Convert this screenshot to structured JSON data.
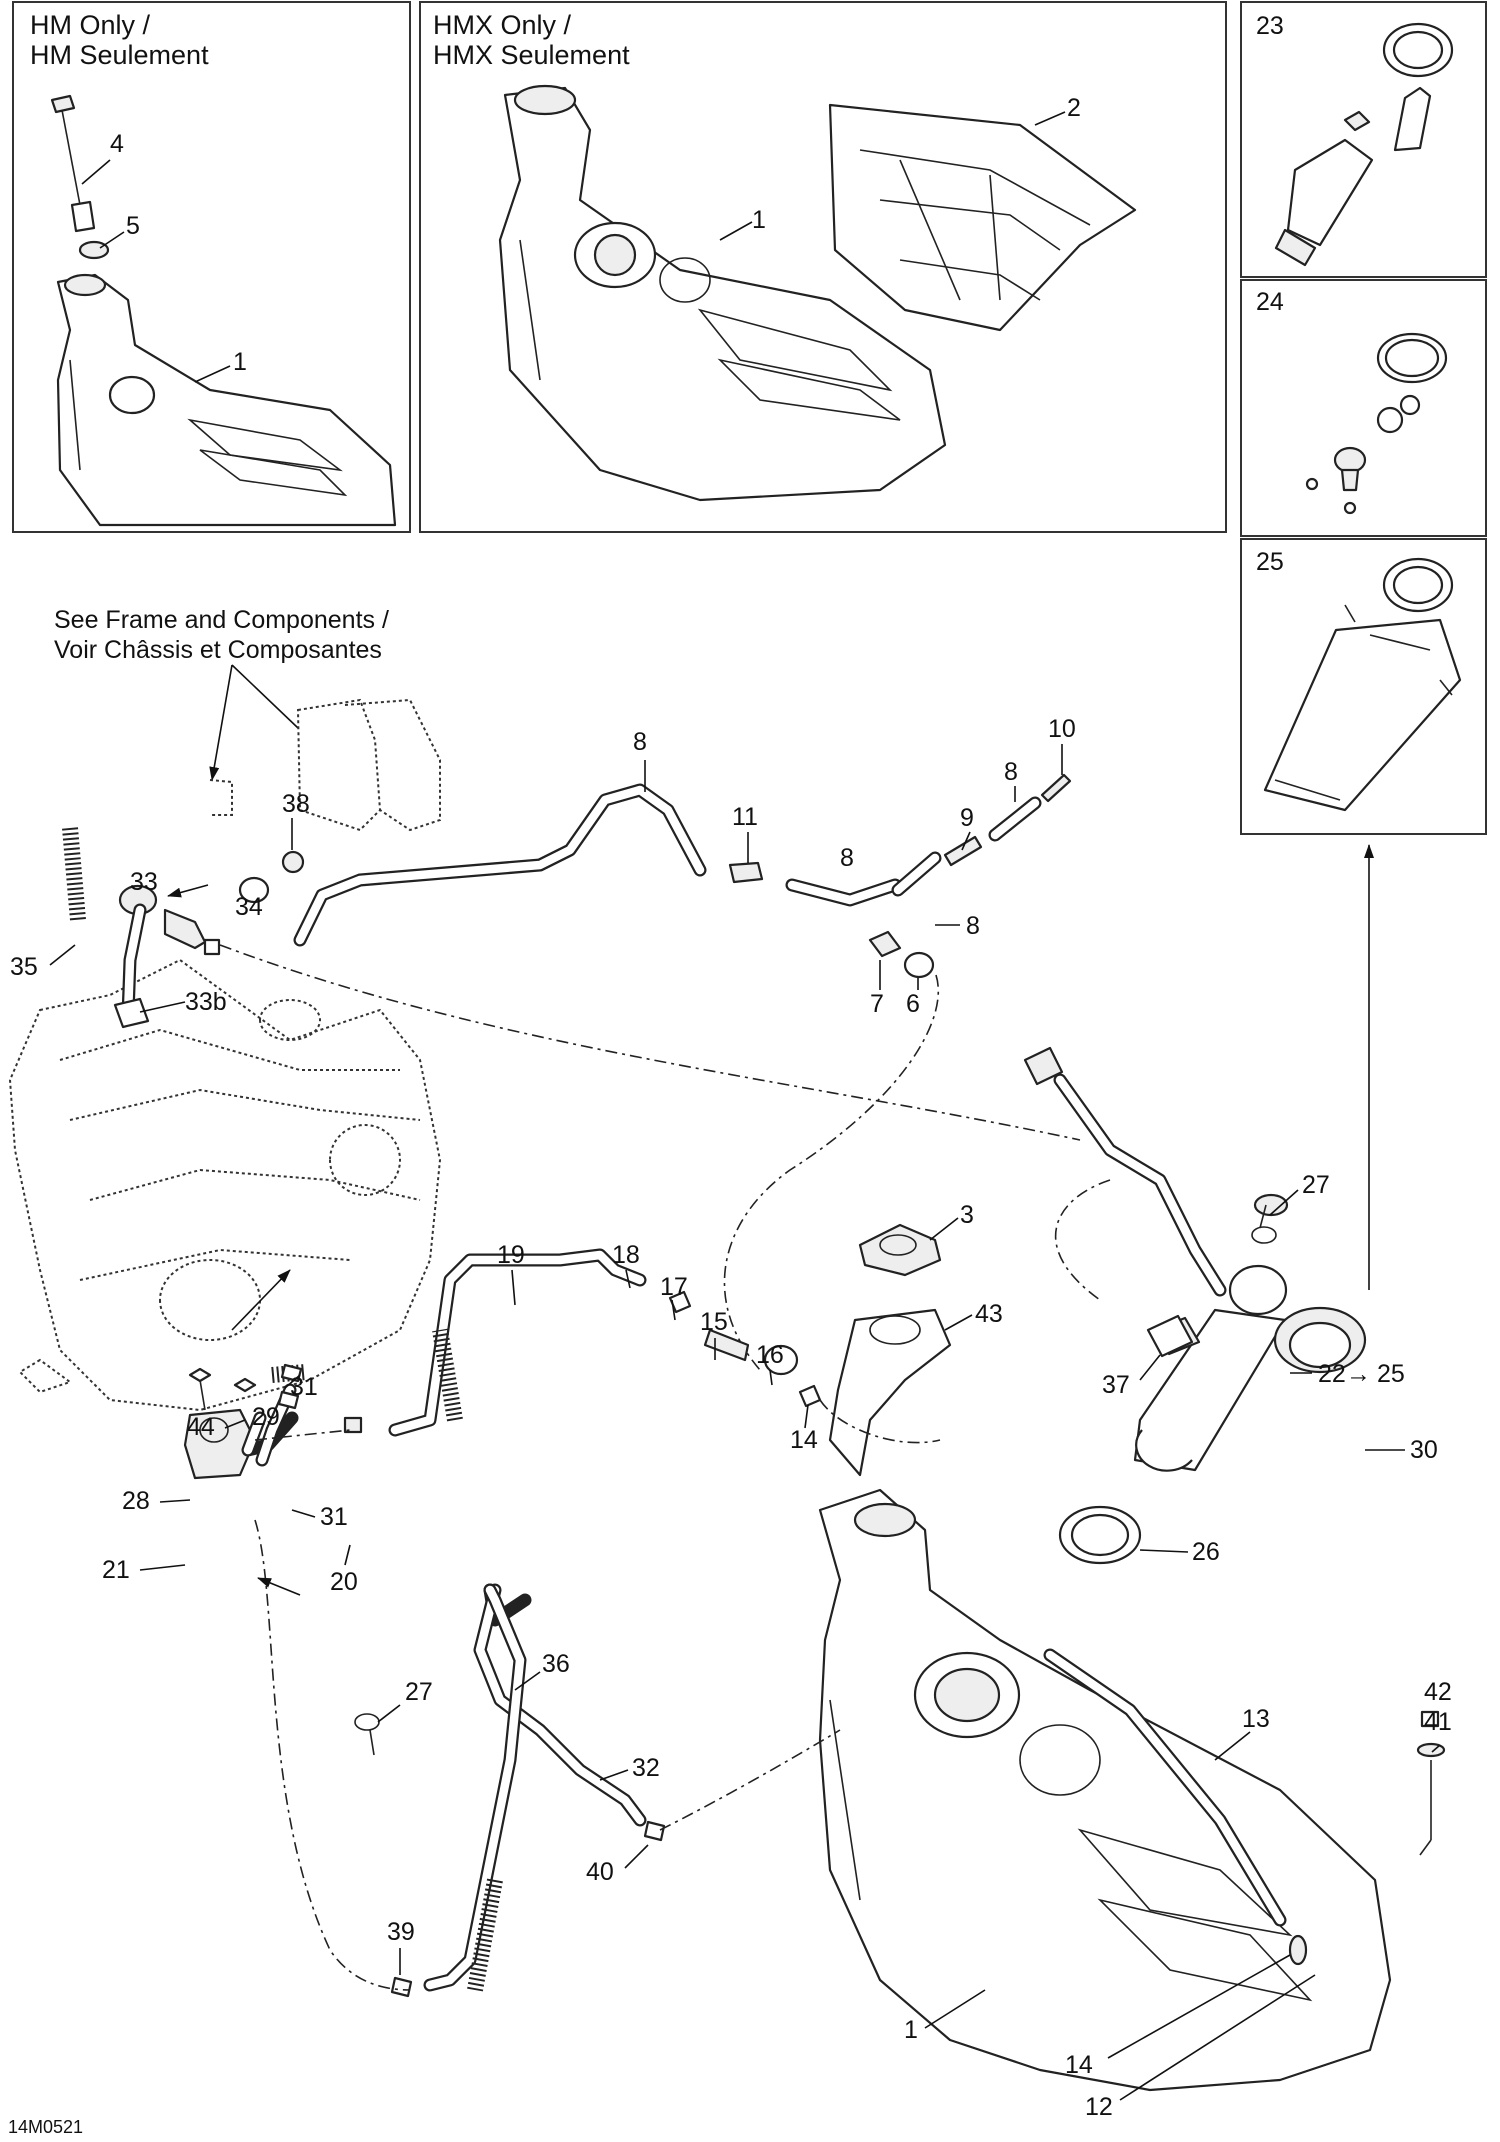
{
  "panels": {
    "hm_title_line1": "HM Only /",
    "hm_title_line2": "HM Seulement",
    "hmx_title_line1": "HMX Only /",
    "hmx_title_line2": "HMX Seulement",
    "kit23": "23",
    "kit24": "24",
    "kit25": "25"
  },
  "note": {
    "line1": "See Frame and Components /",
    "line2": "Voir Châssis et Composantes"
  },
  "diagram_code": "14M0521",
  "callouts": {
    "c1_hm": "1",
    "c4": "4",
    "c5": "5",
    "c1_hmx": "1",
    "c2": "2",
    "c1_main": "1",
    "c3": "3",
    "c6": "6",
    "c7": "7",
    "c8_a": "8",
    "c8_b": "8",
    "c8_c": "8",
    "c8_d": "8",
    "c9": "9",
    "c10": "10",
    "c11": "11",
    "c12": "12",
    "c13": "13",
    "c14_a": "14",
    "c14_b": "14",
    "c15": "15",
    "c16": "16",
    "c17": "17",
    "c18": "18",
    "c19": "19",
    "c20": "20",
    "c21": "21",
    "c22": "22",
    "c22_to": "25",
    "c26": "26",
    "c27_a": "27",
    "c27_b": "27",
    "c28": "28",
    "c29": "29",
    "c30": "30",
    "c31_a": "31",
    "c31_b": "31",
    "c32": "32",
    "c33": "33",
    "c33b": "33b",
    "c34": "34",
    "c35": "35",
    "c36": "36",
    "c37": "37",
    "c38": "38",
    "c39": "39",
    "c40": "40",
    "c41": "41",
    "c42": "42",
    "c43": "43",
    "c44": "44"
  }
}
